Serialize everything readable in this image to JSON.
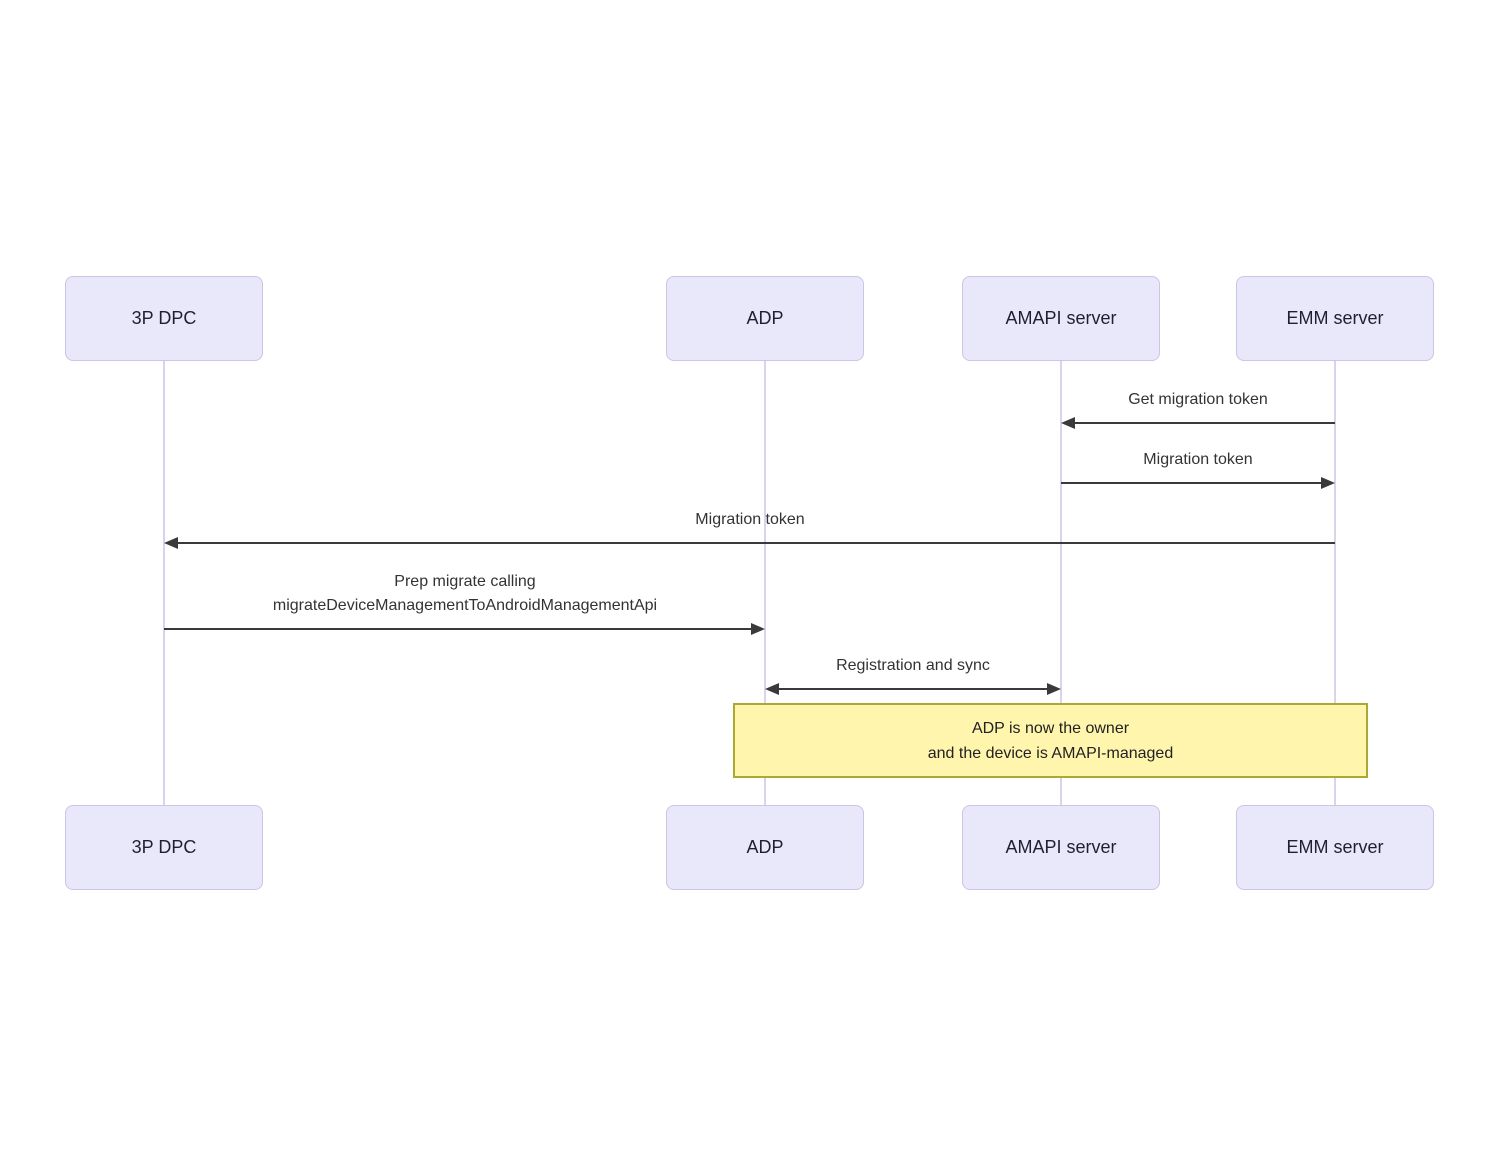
{
  "diagram": {
    "type": "sequence-diagram",
    "colors": {
      "background": "#ffffff",
      "actor_fill": "#e8e8fa",
      "actor_border": "#cdc4e6",
      "lifeline": "#dad3ee",
      "arrow": "#3a3a3a",
      "message_text": "#333333",
      "note_fill": "#fff5ad",
      "note_border": "#aaaa33"
    },
    "actors": [
      {
        "label": "3P DPC"
      },
      {
        "label": "ADP"
      },
      {
        "label": "AMAPI server"
      },
      {
        "label": "EMM server"
      }
    ],
    "messages": [
      {
        "text": "Get migration token",
        "from": "EMM server",
        "to": "AMAPI server",
        "direction": "left"
      },
      {
        "text": "Migration token",
        "from": "AMAPI server",
        "to": "EMM server",
        "direction": "right"
      },
      {
        "text": "Migration token",
        "from": "EMM server",
        "to": "3P DPC",
        "direction": "left"
      },
      {
        "lines": [
          "Prep migrate calling",
          "migrateDeviceManagementToAndroidManagementApi"
        ],
        "from": "3P DPC",
        "to": "ADP",
        "direction": "right"
      },
      {
        "text": "Registration and sync",
        "from": "ADP",
        "to": "AMAPI server",
        "direction": "both"
      }
    ],
    "note": {
      "over": "ADP, EMM server",
      "lines": [
        "ADP is now the owner",
        "and the device is AMAPI-managed"
      ]
    }
  }
}
